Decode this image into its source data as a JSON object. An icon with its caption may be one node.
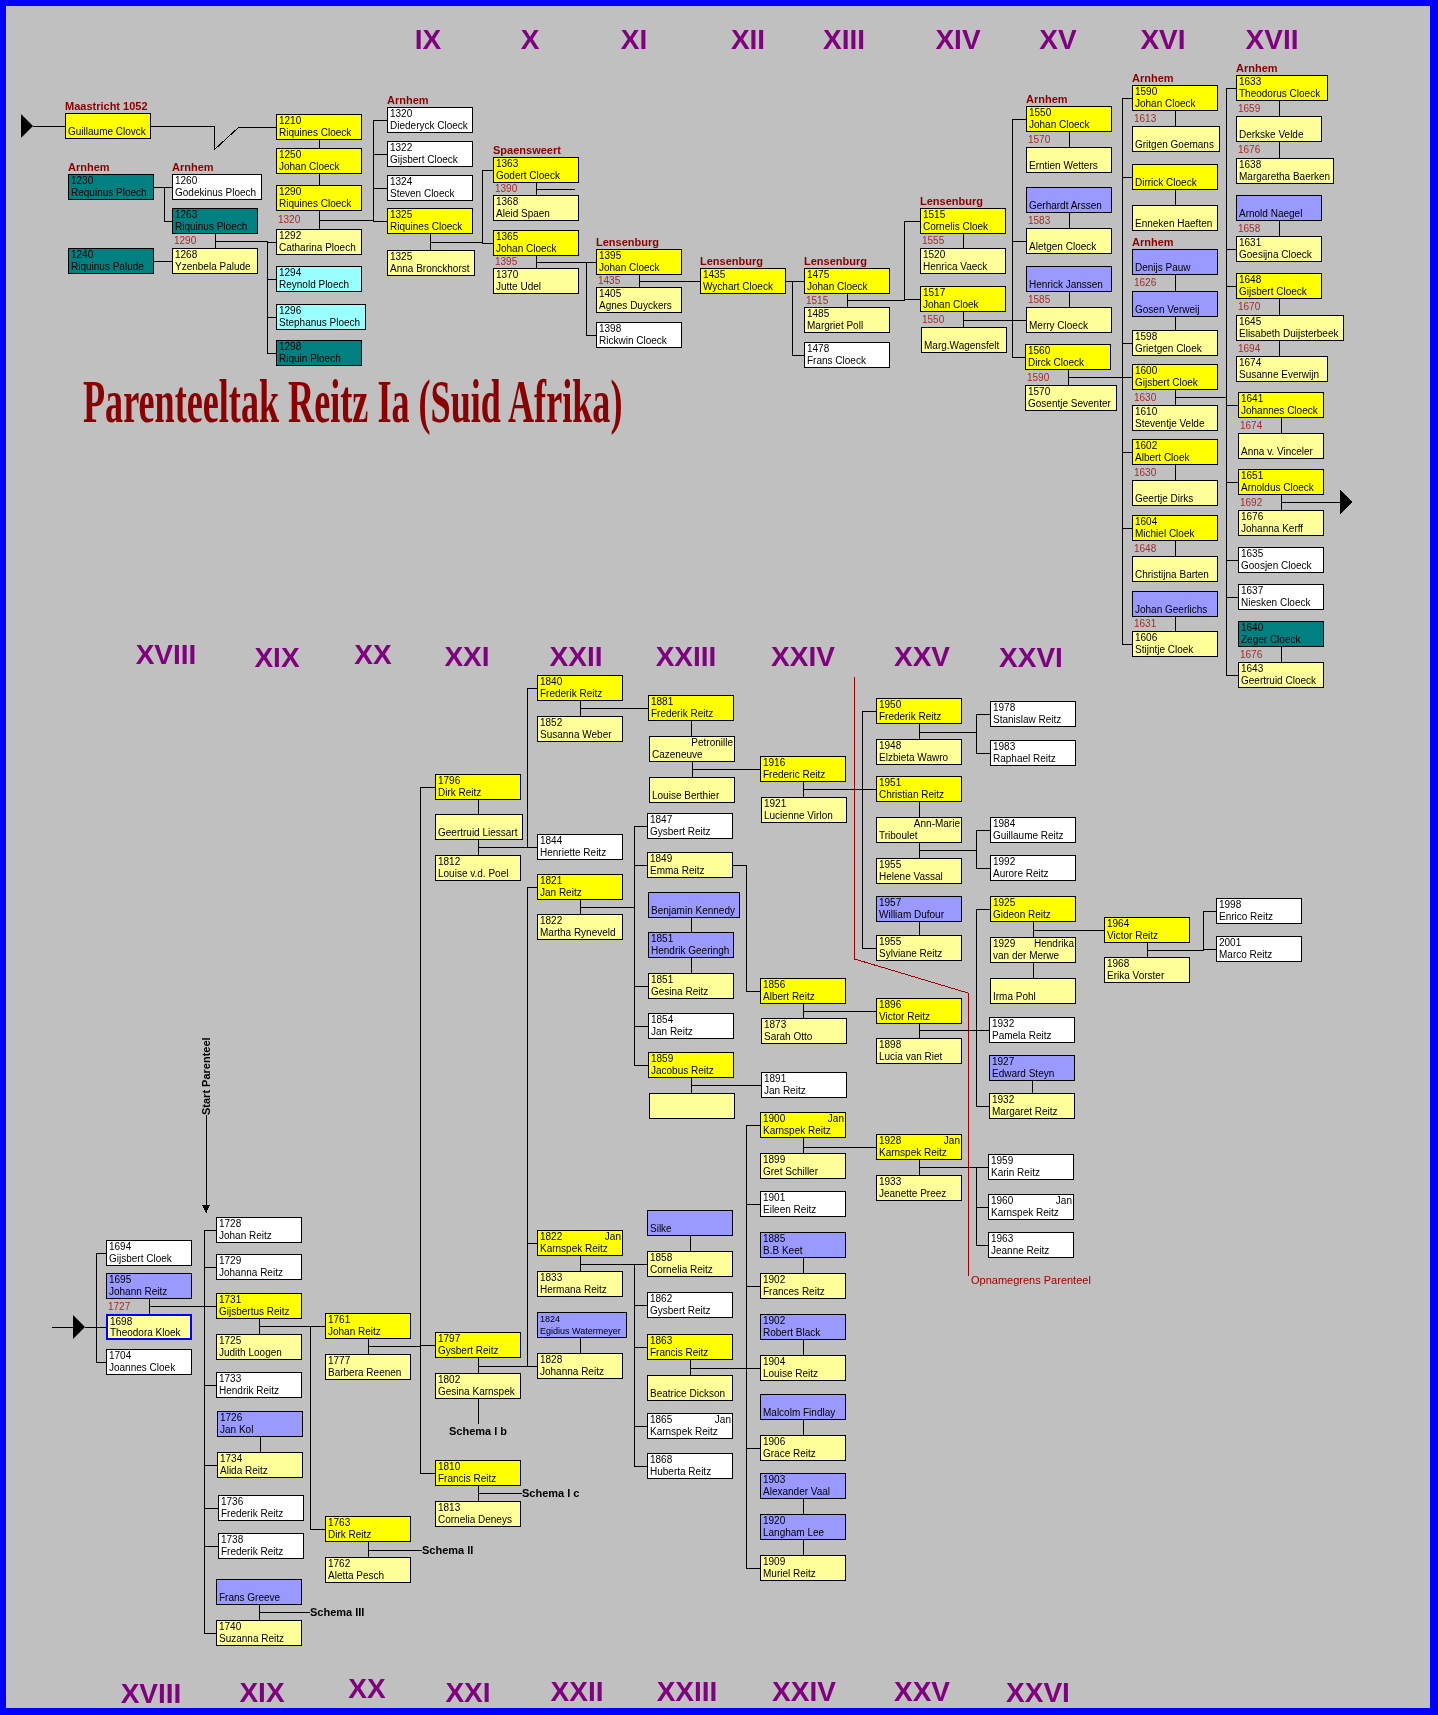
{
  "diagram": {
    "title": "Parenteeltak Reitz Ia (Suid Afrika)",
    "nodes": [
      {
        "text": [
          "Maastricht 1052",
          "Guillaume Clovck"
        ]
      },
      {
        "text": [
          "Arnhem",
          "1230",
          "Requinus Ploech"
        ]
      },
      {
        "text": [
          "Arnhem",
          "1260",
          "Godekinus Ploech"
        ]
      },
      {
        "text": [
          "1263",
          "Riquinus Ploech"
        ]
      },
      {
        "text": [
          "1240",
          "Riquinus Palude"
        ]
      },
      {
        "text": [
          "1268",
          "Yzenbela Palude"
        ]
      },
      {
        "text": [
          "1210",
          "Riquines Cloeck"
        ]
      },
      {
        "text": [
          "1250",
          "Johan Cloeck"
        ]
      },
      {
        "text": [
          "1290",
          "Riquines Cloeck"
        ]
      },
      {
        "text": [
          "1292",
          "Catharina Ploech"
        ]
      },
      {
        "text": [
          "1294",
          "Reynold Ploech"
        ]
      },
      {
        "text": [
          "1296",
          "Stephanus Ploech"
        ]
      },
      {
        "text": [
          "1298",
          "Riquin Ploech"
        ]
      },
      {
        "text": [
          "Arnhem",
          "1320",
          "Diederyck Cloeck"
        ]
      },
      {
        "text": [
          "1322",
          "Gijsbert Cloeck"
        ]
      },
      {
        "text": [
          "1324",
          "Steven Cloeck"
        ]
      },
      {
        "text": [
          "1325",
          "Riquines Cloeck"
        ]
      },
      {
        "text": [
          "1325",
          "Anna Bronckhorst"
        ]
      },
      {
        "text": [
          "Spaensweert",
          "1363",
          "Godert Cloeck"
        ]
      },
      {
        "text": [
          "1368",
          "Aleid Spaen"
        ]
      },
      {
        "text": [
          "1365",
          "Johan Cloeck"
        ]
      },
      {
        "text": [
          "1370",
          "Jutte Udel"
        ]
      },
      {
        "text": [
          "Lensenburg",
          "1395",
          "Johan Cloeck"
        ]
      },
      {
        "text": [
          "1405",
          "Agnes Duyckers"
        ]
      },
      {
        "text": [
          "1398",
          "Rickwin Cloeck"
        ]
      },
      {
        "text": [
          "Lensenburg",
          "1435",
          "Wychart Cloeck"
        ]
      },
      {
        "text": [
          "Lensenburg",
          "1475",
          "Johan Cloeck"
        ]
      },
      {
        "text": [
          "1485",
          "Margriet Poll"
        ]
      },
      {
        "text": [
          "1478",
          "Frans Cloeck"
        ]
      },
      {
        "text": [
          "Lensenburg",
          "1515",
          "Cornelis Cloek"
        ]
      },
      {
        "text": [
          "1520",
          "Henrica Vaeck"
        ]
      },
      {
        "text": [
          "1517",
          "Johan Cloek"
        ]
      },
      {
        "text": [
          "Marg.Wagensfelt"
        ]
      },
      {
        "text": [
          "Arnhem",
          "1550",
          "Johan Cloeck"
        ]
      },
      {
        "text": [
          "Erntien Wetters"
        ]
      },
      {
        "text": [
          "Gerhardt Arssen"
        ]
      },
      {
        "text": [
          "Aletgen Cloeck"
        ]
      },
      {
        "text": [
          "Henrick Janssen"
        ]
      },
      {
        "text": [
          "Merry Cloeck"
        ]
      },
      {
        "text": [
          "1560",
          "Dirck Cloeck"
        ]
      },
      {
        "text": [
          "1570",
          "Gosentje Seventer"
        ]
      },
      {
        "text": [
          "Arnhem",
          "1590",
          "Johan Cloeck"
        ]
      },
      {
        "text": [
          "Gritgen Goemans"
        ]
      },
      {
        "text": [
          "Dirrick Cloeck"
        ]
      },
      {
        "text": [
          "Enneken Haeften"
        ]
      },
      {
        "text": [
          "Arnhem",
          "Denijs Pauw"
        ]
      },
      {
        "text": [
          "Gosen Verweij"
        ]
      },
      {
        "text": [
          "1598",
          "Grietgen Cloek"
        ]
      },
      {
        "text": [
          "1600",
          "Gijsbert Cloek"
        ]
      },
      {
        "text": [
          "1610",
          "Steventje Velde"
        ]
      },
      {
        "text": [
          "1602",
          "Albert Cloek"
        ]
      },
      {
        "text": [
          "Geertje Dirks"
        ]
      },
      {
        "text": [
          "1604",
          "Michiel Cloek"
        ]
      },
      {
        "text": [
          "Christijna Barten"
        ]
      },
      {
        "text": [
          "Johan Geerlichs"
        ]
      },
      {
        "text": [
          "1606",
          "Stijntje Cloek"
        ]
      },
      {
        "text": [
          "Arnhem",
          "1633",
          "Theodorus Cloeck"
        ]
      },
      {
        "text": [
          "Derkske Velde"
        ]
      },
      {
        "text": [
          "1638",
          "Margaretha Baerken"
        ]
      },
      {
        "text": [
          "Arnold Naegel"
        ]
      },
      {
        "text": [
          "1631",
          "Goesijna Cloeck"
        ]
      },
      {
        "text": [
          "1648",
          "Gijsbert Cloeck"
        ]
      },
      {
        "text": [
          "1645",
          "Elisabeth Duijsterbeek"
        ]
      },
      {
        "text": [
          "1674",
          "Susanne Everwijn"
        ]
      },
      {
        "text": [
          "1641",
          "Johannes Cloeck"
        ]
      },
      {
        "text": [
          "Anna v. Vinceler"
        ]
      },
      {
        "text": [
          "1651",
          "Arnoldus Cloeck"
        ]
      },
      {
        "text": [
          "1676",
          "Johanna Kerff"
        ]
      },
      {
        "text": [
          "1635",
          "Goosjen Cloeck"
        ]
      },
      {
        "text": [
          "1637",
          "Niesken Cloeck"
        ]
      },
      {
        "text": [
          "1640",
          "Zeger Cloeck"
        ]
      },
      {
        "text": [
          "1643",
          "Geertruid Cloeck"
        ]
      },
      {
        "text": [
          "Start Parenteel"
        ]
      },
      {
        "text": [
          "1694",
          "Gijsbert Cloek"
        ]
      },
      {
        "text": [
          "1695",
          "Johann Reitz"
        ]
      },
      {
        "text": [
          "1698",
          "Theodora Kloek"
        ]
      },
      {
        "text": [
          "1704",
          "Joannes Cloek"
        ]
      },
      {
        "text": [
          "1728",
          "Johan Reitz"
        ]
      },
      {
        "text": [
          "1729",
          "Johanna Reitz"
        ]
      },
      {
        "text": [
          "1731",
          "Gijsbertus Reitz"
        ]
      },
      {
        "text": [
          "1725",
          "Judith Loogen"
        ]
      },
      {
        "text": [
          "1733",
          "Hendrik Reitz"
        ]
      },
      {
        "text": [
          "1726",
          "Jan Kol"
        ]
      },
      {
        "text": [
          "1734",
          "Alida Reitz"
        ]
      },
      {
        "text": [
          "1736",
          "Frederik Reitz"
        ]
      },
      {
        "text": [
          "1738",
          "Frederik Reitz"
        ]
      },
      {
        "text": [
          "Frans Greeve"
        ]
      },
      {
        "text": [
          "1740",
          "Suzanna Reitz"
        ]
      },
      {
        "text": [
          "Schema III"
        ]
      },
      {
        "text": [
          "1761",
          "Johan Reitz"
        ]
      },
      {
        "text": [
          "1777",
          "Barbera Reenen"
        ]
      },
      {
        "text": [
          "1763",
          "Dirk Reitz"
        ]
      },
      {
        "text": [
          "1762",
          "Aletta Pesch"
        ]
      },
      {
        "text": [
          "Schema II"
        ]
      },
      {
        "text": [
          "1796",
          "Dirk Reitz"
        ]
      },
      {
        "text": [
          "Geertruid Liessart"
        ]
      },
      {
        "text": [
          "1812",
          "Louise v.d. Poel"
        ]
      },
      {
        "text": [
          "1797",
          "Gysbert Reitz"
        ]
      },
      {
        "text": [
          "1802",
          "Gesina Karnspek"
        ]
      },
      {
        "text": [
          "Schema I b"
        ]
      },
      {
        "text": [
          "1810",
          "Francis Reitz"
        ]
      },
      {
        "text": [
          "1813",
          "Cornelia Deneys"
        ]
      },
      {
        "text": [
          "Schema I c"
        ]
      },
      {
        "text": [
          "1840",
          "Frederik Reitz"
        ]
      },
      {
        "text": [
          "1852",
          "Susanna Weber"
        ]
      },
      {
        "text": [
          "1844",
          "Henriette Reitz"
        ]
      },
      {
        "text": [
          "1821",
          "Jan Reitz"
        ]
      },
      {
        "text": [
          "1822",
          "Martha Ryneveld"
        ]
      },
      {
        "text": [
          "1822",
          "Jan Karnspek Reitz"
        ]
      },
      {
        "text": [
          "1833",
          "Hermana Reitz"
        ]
      },
      {
        "text": [
          "1824",
          "Egidius Watermeyer"
        ]
      },
      {
        "text": [
          "1828",
          "Johanna Reitz"
        ]
      },
      {
        "text": [
          "1881",
          "Frederik Reitz"
        ]
      },
      {
        "text": [
          "Petronille Cazeneuve"
        ]
      },
      {
        "text": [
          "Louise Berthier"
        ]
      },
      {
        "text": [
          "1847",
          "Gysbert Reitz"
        ]
      },
      {
        "text": [
          "1849",
          "Emma Reitz"
        ]
      },
      {
        "text": [
          "Benjamin Kennedy"
        ]
      },
      {
        "text": [
          "1851",
          "Hendrik Geeringh"
        ]
      },
      {
        "text": [
          "1851",
          "Gesina Reitz"
        ]
      },
      {
        "text": [
          "1854",
          "Jan Reitz"
        ]
      },
      {
        "text": [
          "1859",
          "Jacobus Reitz"
        ]
      },
      {
        "text": [],
        "shape": "box"
      },
      {
        "text": [
          "Silke"
        ]
      },
      {
        "text": [
          "1858",
          "Cornelia Reitz"
        ]
      },
      {
        "text": [
          "1862",
          "Gysbert Reitz"
        ]
      },
      {
        "text": [
          "1863",
          "Francis Reitz"
        ]
      },
      {
        "text": [
          "Beatrice Dickson"
        ]
      },
      {
        "text": [
          "1865",
          "Jan Karnspek Reitz"
        ]
      },
      {
        "text": [
          "1868",
          "Huberta Reitz"
        ]
      },
      {
        "text": [
          "1916",
          "Frederic Reitz"
        ]
      },
      {
        "text": [
          "1921",
          "Lucienne Virlon"
        ]
      },
      {
        "text": [
          "1856",
          "Albert Reitz"
        ]
      },
      {
        "text": [
          "1873",
          "Sarah Otto"
        ]
      },
      {
        "text": [
          "1891",
          "Jan Reitz"
        ]
      },
      {
        "text": [
          "1900",
          "Jan Karnspek Reitz"
        ]
      },
      {
        "text": [
          "1899",
          "Gret Schiller"
        ]
      },
      {
        "text": [
          "1901",
          "Eileen Reitz"
        ]
      },
      {
        "text": [
          "1885",
          "B.B Keet"
        ]
      },
      {
        "text": [
          "1902",
          "Frances Reitz"
        ]
      },
      {
        "text": [
          "1902",
          "Robert Black"
        ]
      },
      {
        "text": [
          "1904",
          "Louise Reitz"
        ]
      },
      {
        "text": [
          "Malcolm Findlay"
        ]
      },
      {
        "text": [
          "1906",
          "Grace Reitz"
        ]
      },
      {
        "text": [
          "1903",
          "Alexander Vaal"
        ]
      },
      {
        "text": [
          "1920",
          "Langham Lee"
        ]
      },
      {
        "text": [
          "1909",
          "Muriel Reitz"
        ]
      },
      {
        "text": [
          "1950",
          "Frederik Reitz"
        ]
      },
      {
        "text": [
          "1948",
          "Elzbieta Wawro"
        ]
      },
      {
        "text": [
          "1951",
          "Christian Reitz"
        ]
      },
      {
        "text": [
          "Ann-Marie Triboulet"
        ]
      },
      {
        "text": [
          "1955",
          "Helene Vassal"
        ]
      },
      {
        "text": [
          "1957",
          "William Dufour"
        ]
      },
      {
        "text": [
          "1955",
          "Sylviane Reitz"
        ]
      },
      {
        "text": [
          "1896",
          "Victor Reitz"
        ]
      },
      {
        "text": [
          "1898",
          "Lucia van Riet"
        ]
      },
      {
        "text": [
          "1928",
          "Jan Karnspek Reitz"
        ]
      },
      {
        "text": [
          "1933",
          "Jeanette Preez"
        ]
      },
      {
        "text": [
          "1978",
          "Stanislaw Reitz"
        ]
      },
      {
        "text": [
          "1983",
          "Raphael Reitz"
        ]
      },
      {
        "text": [
          "1984",
          "Guillaume Reitz"
        ]
      },
      {
        "text": [
          "1992",
          "Aurore Reitz"
        ]
      },
      {
        "text": [
          "1925",
          "Gideon Reitz"
        ]
      },
      {
        "text": [
          "1929",
          "Hendrika van der Merwe"
        ]
      },
      {
        "text": [
          "Irma Pohl"
        ]
      },
      {
        "text": [
          "1932",
          "Pamela Reitz"
        ]
      },
      {
        "text": [
          "1927",
          "Edward Steyn"
        ]
      },
      {
        "text": [
          "1932",
          "Margaret Reitz"
        ]
      },
      {
        "text": [
          "1959",
          "Karin Reitz"
        ]
      },
      {
        "text": [
          "1960",
          "Jan Karnspek Reitz"
        ]
      },
      {
        "text": [
          "1963",
          "Jeanne Reitz"
        ]
      },
      {
        "text": [
          "1964",
          "Victor Reitz"
        ]
      },
      {
        "text": [
          "1968",
          "Erika Vorster"
        ]
      },
      {
        "text": [
          "1998",
          "Enrico Reitz"
        ]
      },
      {
        "text": [
          "2001",
          "Marco Reitz"
        ]
      },
      {
        "text": [],
        "shape": "triangle"
      },
      {
        "text": [],
        "shape": "triangle"
      }
    ],
    "edges": [
      {
        "from": 175,
        "to": 0,
        "arrow": "none"
      },
      {
        "from": 0,
        "to": 6,
        "arrow": "none"
      },
      {
        "from": 1,
        "to": 2,
        "arrow": "none"
      },
      {
        "from": 1,
        "to": 3,
        "arrow": "none"
      },
      {
        "from": 4,
        "to": 5,
        "arrow": "none"
      },
      {
        "from": 3,
        "to": 5,
        "arrow": "none",
        "label": "1290"
      },
      {
        "from": 3,
        "to": 9,
        "arrow": "none"
      },
      {
        "from": 3,
        "to": 10,
        "arrow": "none"
      },
      {
        "from": 3,
        "to": 11,
        "arrow": "none"
      },
      {
        "from": 3,
        "to": 12,
        "arrow": "none"
      },
      {
        "from": 6,
        "to": 7,
        "arrow": "none"
      },
      {
        "from": 7,
        "to": 8,
        "arrow": "none"
      },
      {
        "from": 8,
        "to": 9,
        "arrow": "none",
        "label": "1320"
      },
      {
        "from": 8,
        "to": 13,
        "arrow": "none"
      },
      {
        "from": 8,
        "to": 14,
        "arrow": "none"
      },
      {
        "from": 8,
        "to": 15,
        "arrow": "none"
      },
      {
        "from": 8,
        "to": 16,
        "arrow": "none"
      },
      {
        "from": 16,
        "to": 17,
        "arrow": "none"
      },
      {
        "from": 16,
        "to": 18,
        "arrow": "none"
      },
      {
        "from": 16,
        "to": 20,
        "arrow": "none"
      },
      {
        "from": 18,
        "to": 19,
        "arrow": "none",
        "label": "1390"
      },
      {
        "from": 18,
        "to": null,
        "arrow": "none"
      },
      {
        "from": 20,
        "to": 21,
        "arrow": "none",
        "label": "1395"
      },
      {
        "from": 20,
        "to": 22,
        "arrow": "none"
      },
      {
        "from": 20,
        "to": 24,
        "arrow": "none"
      },
      {
        "from": 22,
        "to": 23,
        "arrow": "none",
        "label": "1435"
      },
      {
        "from": 22,
        "to": 25,
        "arrow": "none"
      },
      {
        "from": 25,
        "to": 26,
        "arrow": "none"
      },
      {
        "from": 25,
        "to": 28,
        "arrow": "none"
      },
      {
        "from": 26,
        "to": 27,
        "arrow": "none",
        "label": "1515"
      },
      {
        "from": 26,
        "to": 29,
        "arrow": "none"
      },
      {
        "from": 26,
        "to": 31,
        "arrow": "none"
      },
      {
        "from": 29,
        "to": 30,
        "arrow": "none",
        "label": "1555"
      },
      {
        "from": 31,
        "to": 32,
        "arrow": "none",
        "label": "1550"
      },
      {
        "from": 31,
        "to": 33,
        "arrow": "none"
      },
      {
        "from": 31,
        "to": 36,
        "arrow": "none"
      },
      {
        "from": 31,
        "to": 38,
        "arrow": "none"
      },
      {
        "from": 31,
        "to": 39,
        "arrow": "none"
      },
      {
        "from": 33,
        "to": 34,
        "arrow": "none",
        "label": "1570"
      },
      {
        "from": 36,
        "to": 35,
        "arrow": "none",
        "label": "1583"
      },
      {
        "from": 38,
        "to": 37,
        "arrow": "none",
        "label": "1585"
      },
      {
        "from": 39,
        "to": 40,
        "arrow": "none",
        "label": "1590"
      },
      {
        "from": 39,
        "to": 41,
        "arrow": "none"
      },
      {
        "from": 39,
        "to": 43,
        "arrow": "none"
      },
      {
        "from": 39,
        "to": 47,
        "arrow": "none"
      },
      {
        "from": 39,
        "to": 48,
        "arrow": "none"
      },
      {
        "from": 39,
        "to": 50,
        "arrow": "none"
      },
      {
        "from": 39,
        "to": 52,
        "arrow": "none"
      },
      {
        "from": 39,
        "to": 55,
        "arrow": "none"
      },
      {
        "from": 41,
        "to": 42,
        "arrow": "none",
        "label": "1613"
      },
      {
        "from": 43,
        "to": 44,
        "arrow": "none"
      },
      {
        "from": 46,
        "to": 45,
        "arrow": "none",
        "label": "1626"
      },
      {
        "from": 47,
        "to": 46,
        "arrow": "none"
      },
      {
        "from": 48,
        "to": 49,
        "arrow": "none",
        "label": "1630"
      },
      {
        "from": 48,
        "to": 56,
        "arrow": "none"
      },
      {
        "from": 48,
        "to": 60,
        "arrow": "none"
      },
      {
        "from": 48,
        "to": 61,
        "arrow": "none"
      },
      {
        "from": 48,
        "to": 64,
        "arrow": "none"
      },
      {
        "from": 48,
        "to": 66,
        "arrow": "none"
      },
      {
        "from": 48,
        "to": 68,
        "arrow": "none"
      },
      {
        "from": 48,
        "to": 69,
        "arrow": "none"
      },
      {
        "from": 48,
        "to": 71,
        "arrow": "none"
      },
      {
        "from": 50,
        "to": 51,
        "arrow": "none",
        "label": "1630"
      },
      {
        "from": 52,
        "to": 53,
        "arrow": "none",
        "label": "1648"
      },
      {
        "from": 55,
        "to": 54,
        "arrow": "none",
        "label": "1631"
      },
      {
        "from": 56,
        "to": 57,
        "arrow": "none",
        "label": "1659"
      },
      {
        "from": 57,
        "to": 58,
        "arrow": "none",
        "label": "1676"
      },
      {
        "from": 60,
        "to": 59,
        "arrow": "none",
        "label": "1658"
      },
      {
        "from": 61,
        "to": 62,
        "arrow": "none",
        "label": "1670"
      },
      {
        "from": 62,
        "to": 63,
        "arrow": "none",
        "label": "1694"
      },
      {
        "from": 64,
        "to": 65,
        "arrow": "none",
        "label": "1674"
      },
      {
        "from": 66,
        "to": 67,
        "arrow": "none",
        "label": "1692"
      },
      {
        "from": 66,
        "to": null,
        "arrow": "to"
      },
      {
        "from": 71,
        "to": 70,
        "arrow": "none",
        "label": "1676"
      },
      {
        "from": 72,
        "to": 77,
        "arrow": "to"
      },
      {
        "from": 176,
        "to": 73,
        "arrow": "none"
      },
      {
        "from": 176,
        "to": 75,
        "arrow": "none"
      },
      {
        "from": 176,
        "to": 76,
        "arrow": "none"
      },
      {
        "from": 75,
        "to": 74,
        "arrow": "none",
        "label": "1727"
      },
      {
        "from": 75,
        "to": 77,
        "arrow": "none"
      },
      {
        "from": 75,
        "to": 78,
        "arrow": "none"
      },
      {
        "from": 75,
        "to": 79,
        "arrow": "none"
      },
      {
        "from": 75,
        "to": 81,
        "arrow": "none"
      },
      {
        "from": 75,
        "to": 83,
        "arrow": "none"
      },
      {
        "from": 75,
        "to": 84,
        "arrow": "none"
      },
      {
        "from": 75,
        "to": 85,
        "arrow": "none"
      },
      {
        "from": 75,
        "to": 87,
        "arrow": "none"
      },
      {
        "from": 79,
        "to": 80,
        "arrow": "none"
      },
      {
        "from": 79,
        "to": 89,
        "arrow": "none"
      },
      {
        "from": 79,
        "to": 91,
        "arrow": "none"
      },
      {
        "from": 83,
        "to": 82,
        "arrow": "none"
      },
      {
        "from": 87,
        "to": 86,
        "arrow": "none"
      },
      {
        "from": 87,
        "to": 88,
        "arrow": "none"
      },
      {
        "from": 89,
        "to": 90,
        "arrow": "none"
      },
      {
        "from": 89,
        "to": 94,
        "arrow": "none"
      },
      {
        "from": 89,
        "to": 97,
        "arrow": "none"
      },
      {
        "from": 89,
        "to": 100,
        "arrow": "none"
      },
      {
        "from": 91,
        "to": 92,
        "arrow": "none"
      },
      {
        "from": 91,
        "to": 93,
        "arrow": "none"
      },
      {
        "from": 94,
        "to": 95,
        "arrow": "none"
      },
      {
        "from": 95,
        "to": 96,
        "arrow": "none"
      },
      {
        "from": 96,
        "to": 103,
        "arrow": "none"
      },
      {
        "from": 96,
        "to": 105,
        "arrow": "none"
      },
      {
        "from": 97,
        "to": 98,
        "arrow": "none"
      },
      {
        "from": 97,
        "to": 106,
        "arrow": "none"
      },
      {
        "from": 97,
        "to": 108,
        "arrow": "none"
      },
      {
        "from": 97,
        "to": 111,
        "arrow": "none"
      },
      {
        "from": 98,
        "to": 99,
        "arrow": "none"
      },
      {
        "from": 100,
        "to": 101,
        "arrow": "none"
      },
      {
        "from": 100,
        "to": 102,
        "arrow": "none"
      },
      {
        "from": 103,
        "to": 104,
        "arrow": "none"
      },
      {
        "from": 103,
        "to": 112,
        "arrow": "none"
      },
      {
        "from": 106,
        "to": 107,
        "arrow": "none"
      },
      {
        "from": 106,
        "to": 115,
        "arrow": "none"
      },
      {
        "from": 106,
        "to": 116,
        "arrow": "none"
      },
      {
        "from": 106,
        "to": 119,
        "arrow": "none"
      },
      {
        "from": 106,
        "to": 120,
        "arrow": "none"
      },
      {
        "from": 106,
        "to": 121,
        "arrow": "none"
      },
      {
        "from": 108,
        "to": 109,
        "arrow": "none"
      },
      {
        "from": 108,
        "to": 124,
        "arrow": "none"
      },
      {
        "from": 108,
        "to": 125,
        "arrow": "none"
      },
      {
        "from": 108,
        "to": 126,
        "arrow": "none"
      },
      {
        "from": 108,
        "to": 128,
        "arrow": "none"
      },
      {
        "from": 108,
        "to": 129,
        "arrow": "none"
      },
      {
        "from": 111,
        "to": 110,
        "arrow": "none"
      },
      {
        "from": 112,
        "to": 113,
        "arrow": "none"
      },
      {
        "from": 113,
        "to": 114,
        "arrow": "none"
      },
      {
        "from": 114,
        "to": 130,
        "arrow": "none"
      },
      {
        "from": 116,
        "to": 132,
        "arrow": "none"
      },
      {
        "from": 119,
        "to": 118,
        "arrow": "none"
      },
      {
        "from": 118,
        "to": 117,
        "arrow": "none"
      },
      {
        "from": 121,
        "to": 122,
        "arrow": "none"
      },
      {
        "from": 121,
        "to": 134,
        "arrow": "none"
      },
      {
        "from": 124,
        "to": 123,
        "arrow": "none"
      },
      {
        "from": 126,
        "to": 127,
        "arrow": "none"
      },
      {
        "from": 126,
        "to": 135,
        "arrow": "none"
      },
      {
        "from": 126,
        "to": 137,
        "arrow": "none"
      },
      {
        "from": 126,
        "to": 139,
        "arrow": "none"
      },
      {
        "from": 126,
        "to": 141,
        "arrow": "none"
      },
      {
        "from": 126,
        "to": 143,
        "arrow": "none"
      },
      {
        "from": 126,
        "to": 146,
        "arrow": "none"
      },
      {
        "from": 130,
        "to": 131,
        "arrow": "none"
      },
      {
        "from": 130,
        "to": 147,
        "arrow": "none"
      },
      {
        "from": 130,
        "to": 149,
        "arrow": "none"
      },
      {
        "from": 130,
        "to": 153,
        "arrow": "none"
      },
      {
        "from": 132,
        "to": 133,
        "arrow": "none"
      },
      {
        "from": 132,
        "to": 154,
        "arrow": "none"
      },
      {
        "from": 135,
        "to": 136,
        "arrow": "none"
      },
      {
        "from": 135,
        "to": 156,
        "arrow": "none"
      },
      {
        "from": 139,
        "to": 138,
        "arrow": "none"
      },
      {
        "from": 141,
        "to": 140,
        "arrow": "none"
      },
      {
        "from": 143,
        "to": 142,
        "arrow": "none"
      },
      {
        "from": 146,
        "to": 145,
        "arrow": "none"
      },
      {
        "from": 145,
        "to": 144,
        "arrow": "none"
      },
      {
        "from": 147,
        "to": 148,
        "arrow": "none"
      },
      {
        "from": 147,
        "to": 158,
        "arrow": "none"
      },
      {
        "from": 147,
        "to": 159,
        "arrow": "none"
      },
      {
        "from": 149,
        "to": 150,
        "arrow": "none"
      },
      {
        "from": 150,
        "to": 151,
        "arrow": "none"
      },
      {
        "from": 151,
        "to": 160,
        "arrow": "none"
      },
      {
        "from": 151,
        "to": 161,
        "arrow": "none"
      },
      {
        "from": 153,
        "to": 152,
        "arrow": "none"
      },
      {
        "from": 154,
        "to": 155,
        "arrow": "none"
      },
      {
        "from": 154,
        "to": 162,
        "arrow": "none"
      },
      {
        "from": 154,
        "to": 165,
        "arrow": "none"
      },
      {
        "from": 154,
        "to": 167,
        "arrow": "none"
      },
      {
        "from": 156,
        "to": 157,
        "arrow": "none"
      },
      {
        "from": 156,
        "to": 168,
        "arrow": "none"
      },
      {
        "from": 156,
        "to": 169,
        "arrow": "none"
      },
      {
        "from": 156,
        "to": 170,
        "arrow": "none"
      },
      {
        "from": 162,
        "to": 163,
        "arrow": "none"
      },
      {
        "from": 163,
        "to": 164,
        "arrow": "none"
      },
      {
        "from": 162,
        "to": 171,
        "arrow": "none"
      },
      {
        "from": 167,
        "to": 166,
        "arrow": "none"
      },
      {
        "from": 171,
        "to": 172,
        "arrow": "none"
      },
      {
        "from": 171,
        "to": 173,
        "arrow": "none"
      },
      {
        "from": 171,
        "to": 174,
        "arrow": "none"
      },
      {
        "from": null,
        "to": 176,
        "arrow": "none"
      }
    ],
    "labels": [
      "IX",
      "X",
      "XI",
      "XII",
      "XIII",
      "XIV",
      "XV",
      "XVI",
      "XVII",
      "XVIII",
      "XIX",
      "XX",
      "XXI",
      "XXII",
      "XXIII",
      "XXIV",
      "XXV",
      "XXVI",
      "Opnamegrens Parenteel",
      "XVIII",
      "XIX",
      "XX",
      "XXI",
      "XXII",
      "XXIII",
      "XXIV",
      "XXV",
      "XXVI"
    ]
  }
}
